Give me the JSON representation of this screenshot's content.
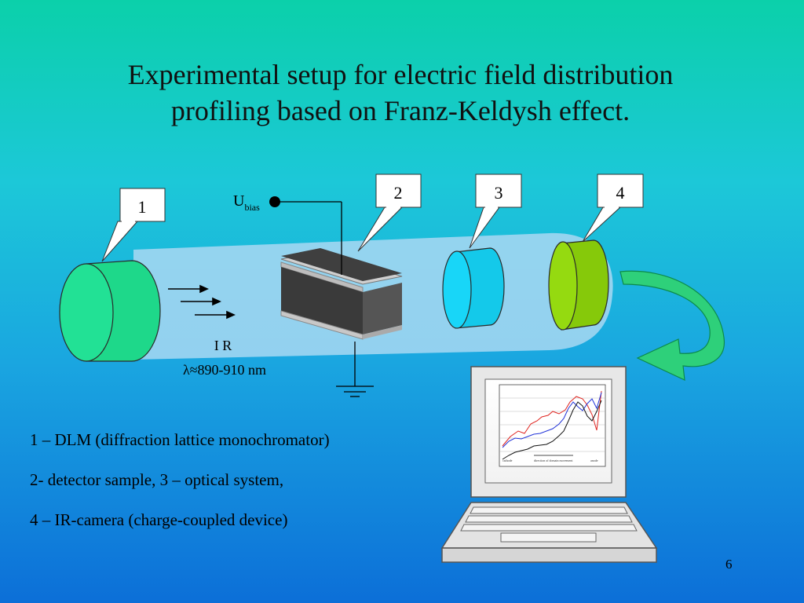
{
  "title": {
    "line1": "Experimental setup for electric field  distribution",
    "line2": "profiling based on Franz-Keldysh effect."
  },
  "diagram": {
    "callouts": [
      "1",
      "2",
      "3",
      "4"
    ],
    "bias_main": "U",
    "bias_sub": "bias",
    "ir_label": "I R",
    "wavelength": "λ≈890-910 nm"
  },
  "legend": [
    "1 – DLM (diffraction lattice monochromator)",
    "2- detector sample, 3 – optical system,",
    "4 – IR-camera (charge-coupled device)"
  ],
  "page_number": "6",
  "colors": {
    "monochromator": "#1ed88a",
    "optical_system": "#16d3f5",
    "camera": "#8fd40c",
    "beam": "#a9d8f2",
    "arrow": "#2ed07a"
  }
}
